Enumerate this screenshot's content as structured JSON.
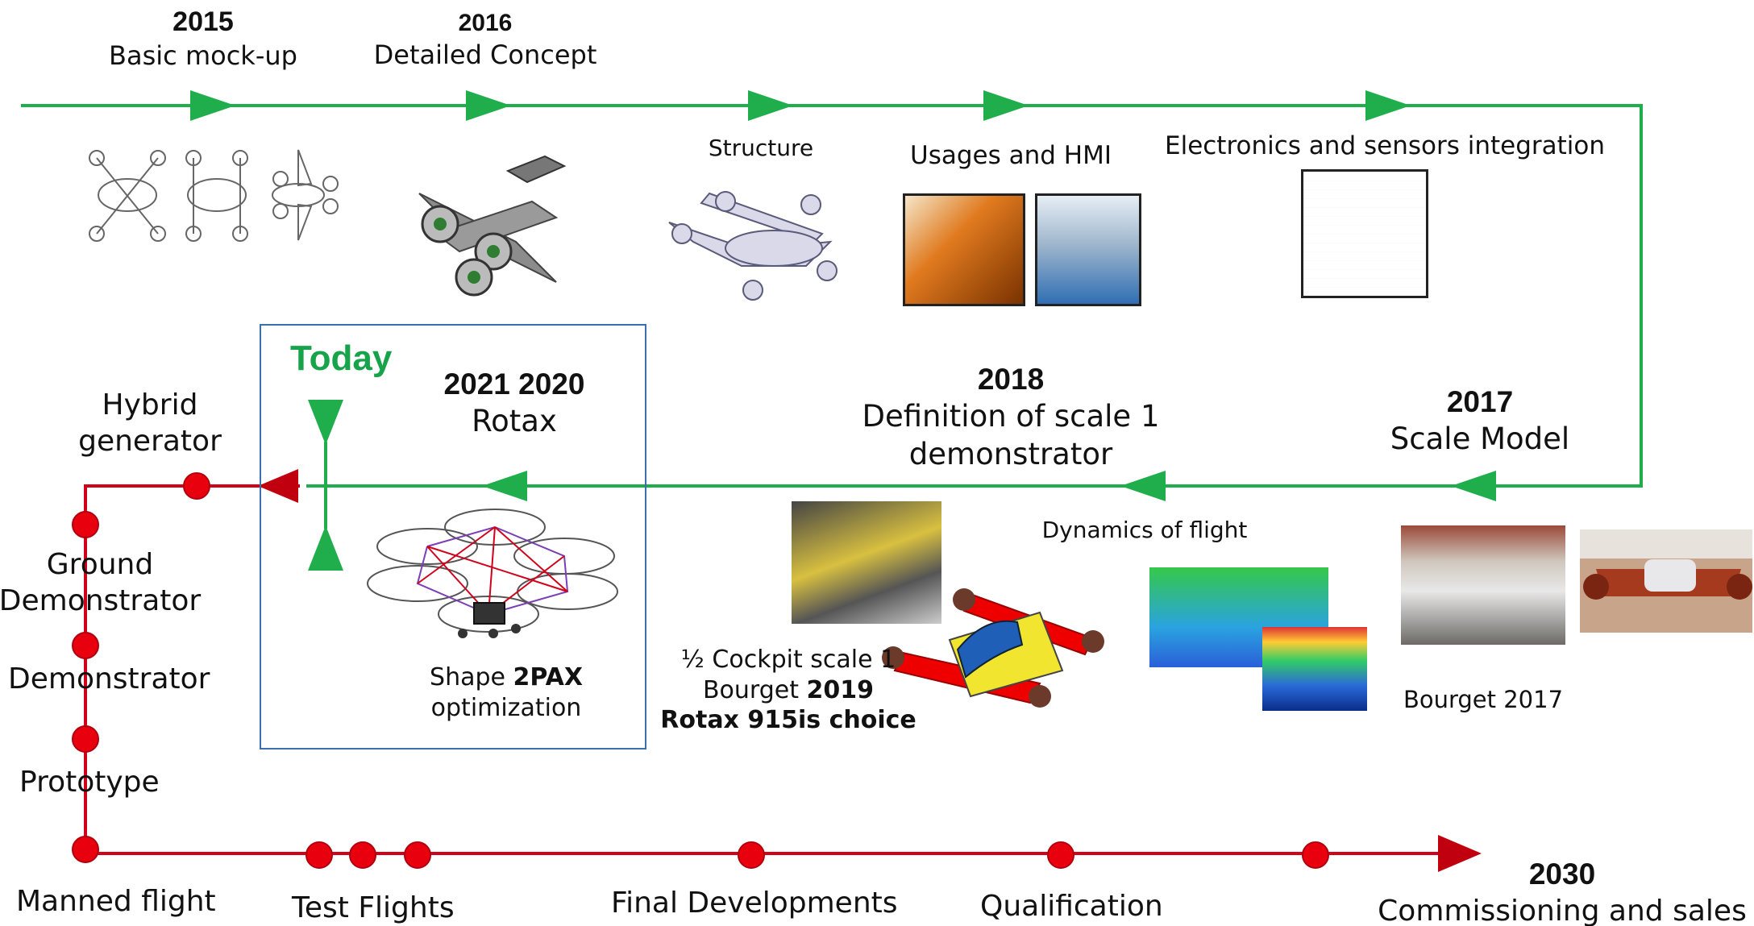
{
  "top_timeline": {
    "milestone_2015": {
      "year": "2015",
      "label": "Basic mock-up"
    },
    "milestone_2016": {
      "year": "2016",
      "label": "Detailed Concept"
    },
    "structure": "Structure",
    "usages": "Usages and HMI",
    "electronics": "Electronics and sensors integration"
  },
  "middle_timeline": {
    "today": "Today",
    "milestone_2021": {
      "years": "2021 2020",
      "label": "Rotax"
    },
    "shape": {
      "prefix": "Shape ",
      "bold": "2PAX",
      "line2": "optimization"
    },
    "milestone_2018": {
      "year": "2018",
      "line1": "Definition of scale 1",
      "line2": "demonstrator"
    },
    "milestone_2017": {
      "year": "2017",
      "label": "Scale Model"
    },
    "cockpit": {
      "line1": "½ Cockpit scale 1",
      "line2_prefix": "Bourget ",
      "line2_bold": "2019",
      "line3": "Rotax 915is choice"
    },
    "dynamics": "Dynamics of flight",
    "bourget_2017": "Bourget 2017"
  },
  "left_axis": {
    "hybrid": {
      "line1": "Hybrid",
      "line2": "generator"
    },
    "ground": {
      "line1": "Ground",
      "line2": "Demonstrator"
    },
    "demonstrator": "Demonstrator",
    "prototype": "Prototype",
    "manned": "Manned flight"
  },
  "bottom_timeline": {
    "test_flights": "Test Flights",
    "final_dev": "Final Developments",
    "qualification": "Qualification",
    "milestone_2030": {
      "year": "2030",
      "label": "Commissioning and sales"
    }
  },
  "colors": {
    "green": "#1fae4b",
    "red": "#d0021b",
    "box": "#3b6fb0",
    "today": "#17a34a"
  }
}
